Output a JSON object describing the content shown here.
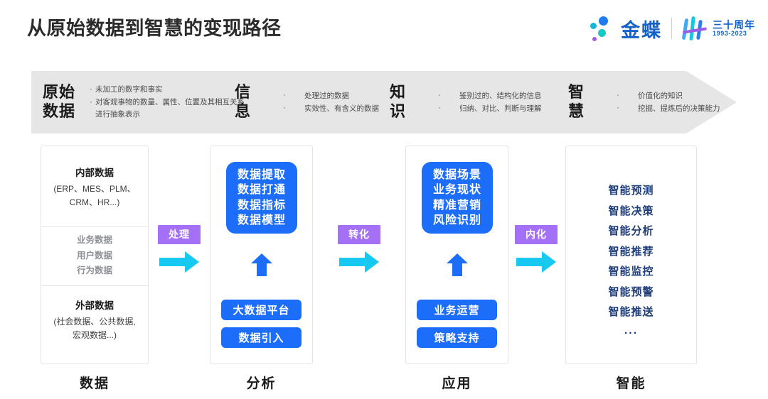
{
  "header": {
    "title": "从原始数据到智慧的变现路径",
    "logo": {
      "brand": "金蝶",
      "anniversary_cn": "三十周年",
      "anniversary_years": "1993-2023"
    }
  },
  "banner": {
    "segments": [
      {
        "label": "原始\n数据",
        "label_line1": "原始",
        "label_line2": "数据",
        "bullets": [
          "未加工的数字和事实",
          "对客观事物的数量、属性、位置及其相互关系进行抽象表示"
        ]
      },
      {
        "label_line1": "信",
        "label_line2": "息",
        "bullets": [
          "处理过的数据",
          "实效性、有含义的数据"
        ]
      },
      {
        "label_line1": "知",
        "label_line2": "识",
        "bullets": [
          "鉴别过的、结构化的信息",
          "归纳、对比、判断与理解"
        ]
      },
      {
        "label_line1": "智",
        "label_line2": "慧",
        "bullets": [
          "价值化的知识",
          "挖掘、提炼后的决策能力"
        ]
      }
    ]
  },
  "columns": {
    "data": {
      "caption": "数据",
      "internal_title": "内部数据",
      "internal_sub_line1": "(ERP、MES、PLM、",
      "internal_sub_line2": "CRM、HR...)",
      "middle_items": [
        "业务数据",
        "用户数据",
        "行为数据"
      ],
      "external_title": "外部数据",
      "external_sub_line1": "(社会数据、公共数据,",
      "external_sub_line2": "宏观数据...)"
    },
    "analysis": {
      "caption": "分析",
      "box_lines": [
        "数据提取",
        "数据打通",
        "数据指标",
        "数据模型"
      ],
      "pills": [
        "大数据平台",
        "数据引入"
      ]
    },
    "application": {
      "caption": "应用",
      "box_lines": [
        "数据场景",
        "业务现状",
        "精准营销",
        "风险识别"
      ],
      "pills": [
        "业务运营",
        "策略支持"
      ]
    },
    "intelligence": {
      "caption": "智能",
      "items": [
        "智能预测",
        "智能决策",
        "智能分析",
        "智能推荐",
        "智能监控",
        "智能预警",
        "智能推送"
      ],
      "ellipsis": "..."
    }
  },
  "connectors": [
    {
      "label": "处理"
    },
    {
      "label": "转化"
    },
    {
      "label": "内化"
    }
  ],
  "colors": {
    "accent_blue": "#1c6dfa",
    "arrow_cyan": "#17c8f0",
    "badge_purple": "#a470f5",
    "banner_gray": "#e6e6e6",
    "navy": "#1f3d78",
    "brand_blue": "#1462c8"
  }
}
